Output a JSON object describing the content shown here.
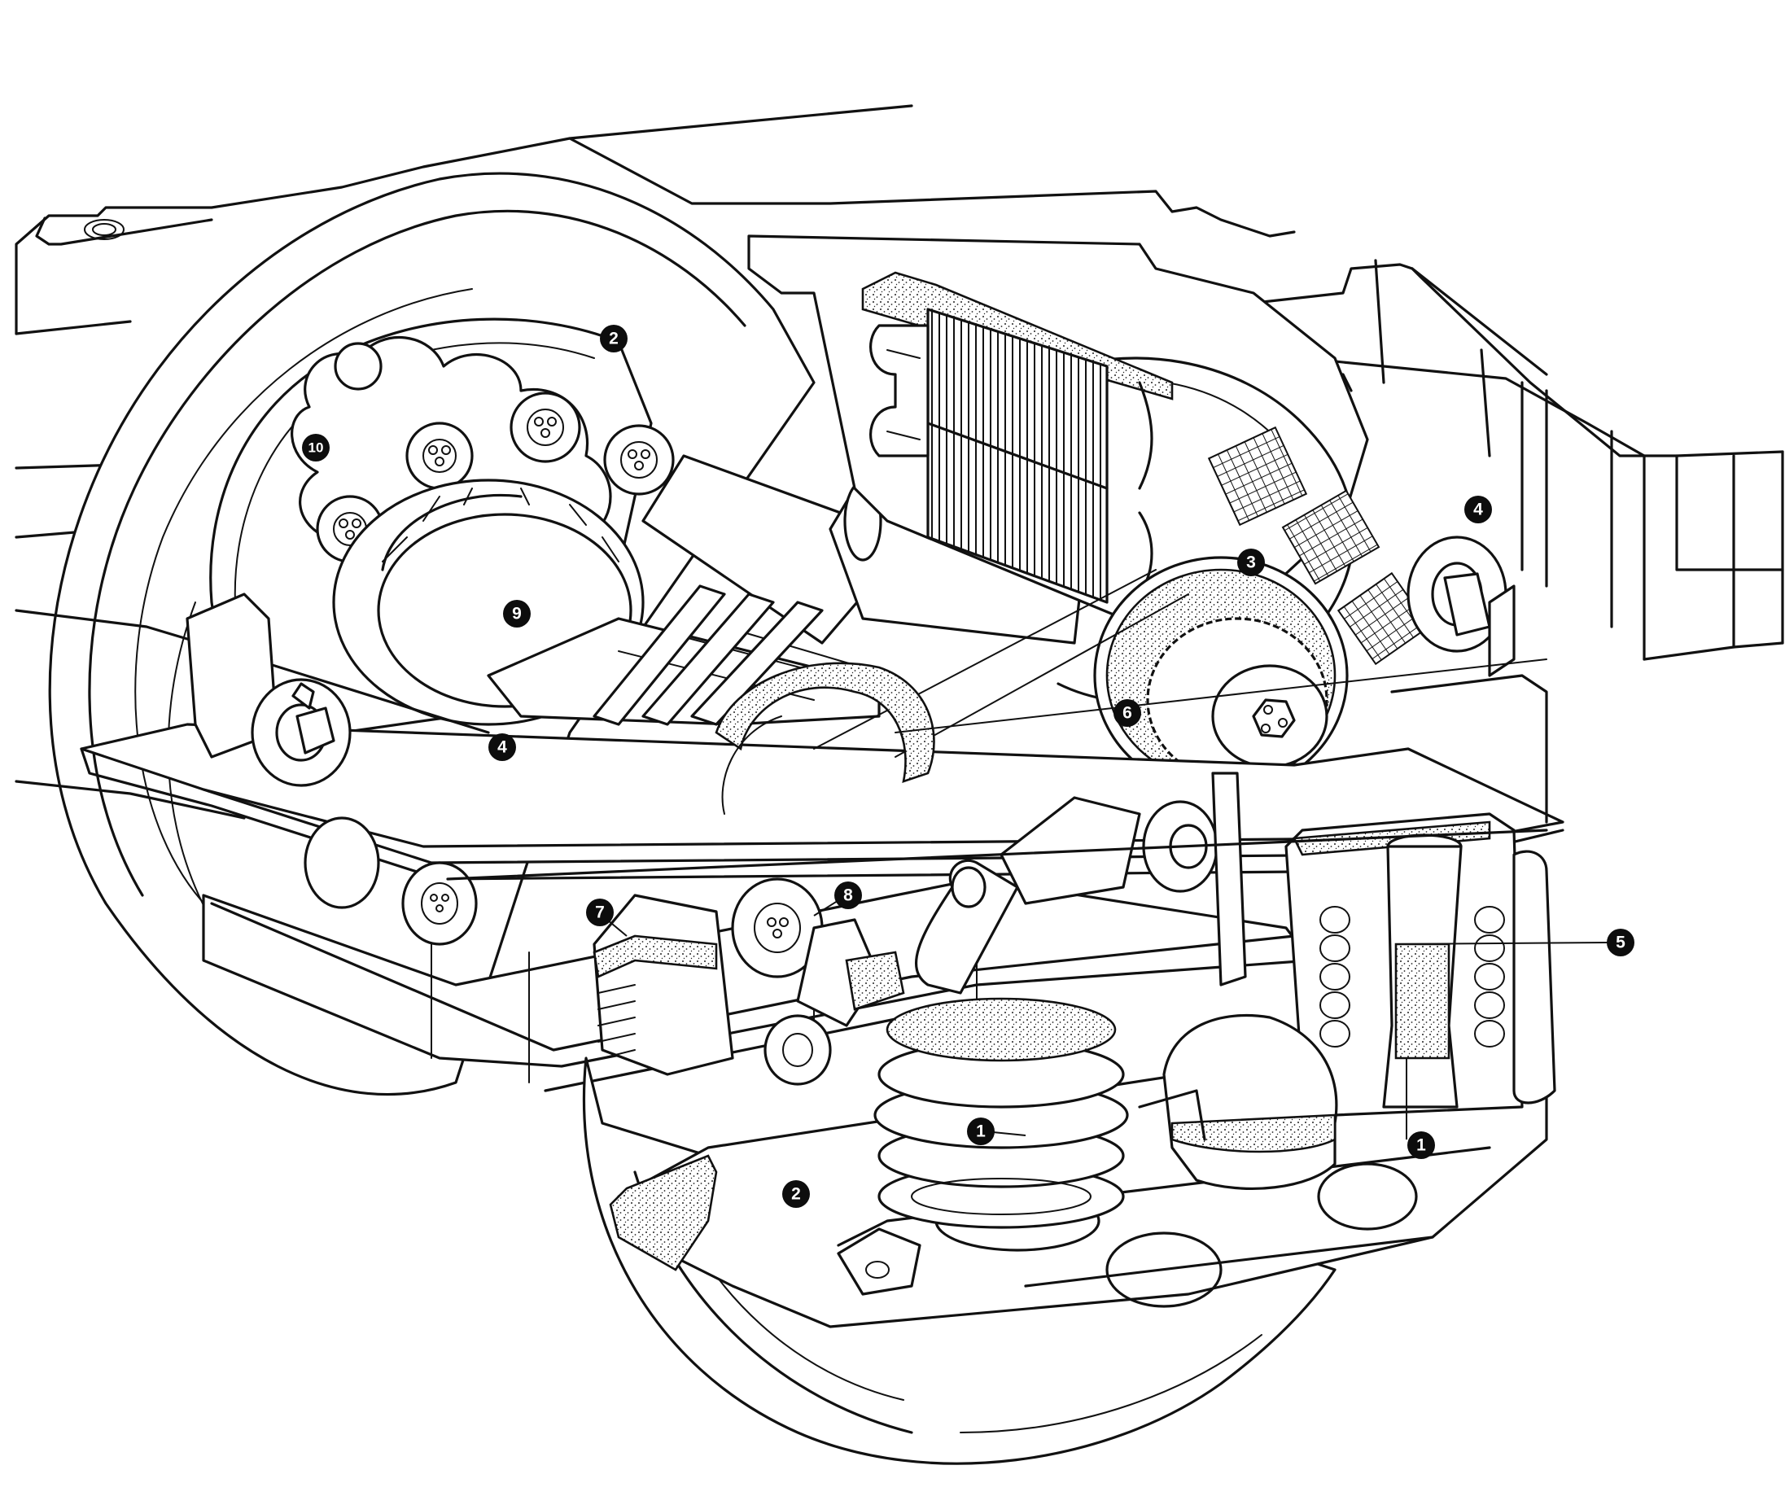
{
  "callouts": [
    {
      "id": "c2-top",
      "text": "2"
    },
    {
      "id": "c10",
      "text": "10"
    },
    {
      "id": "c9",
      "text": "9"
    },
    {
      "id": "c4-left",
      "text": "4"
    },
    {
      "id": "c4-right",
      "text": "4"
    },
    {
      "id": "c3",
      "text": "3"
    },
    {
      "id": "c6",
      "text": "6"
    },
    {
      "id": "c7",
      "text": "7"
    },
    {
      "id": "c8",
      "text": "8"
    },
    {
      "id": "c5",
      "text": "5"
    },
    {
      "id": "c1-center",
      "text": "1"
    },
    {
      "id": "c1-right",
      "text": "1"
    },
    {
      "id": "c2-bottom",
      "text": "2"
    }
  ]
}
